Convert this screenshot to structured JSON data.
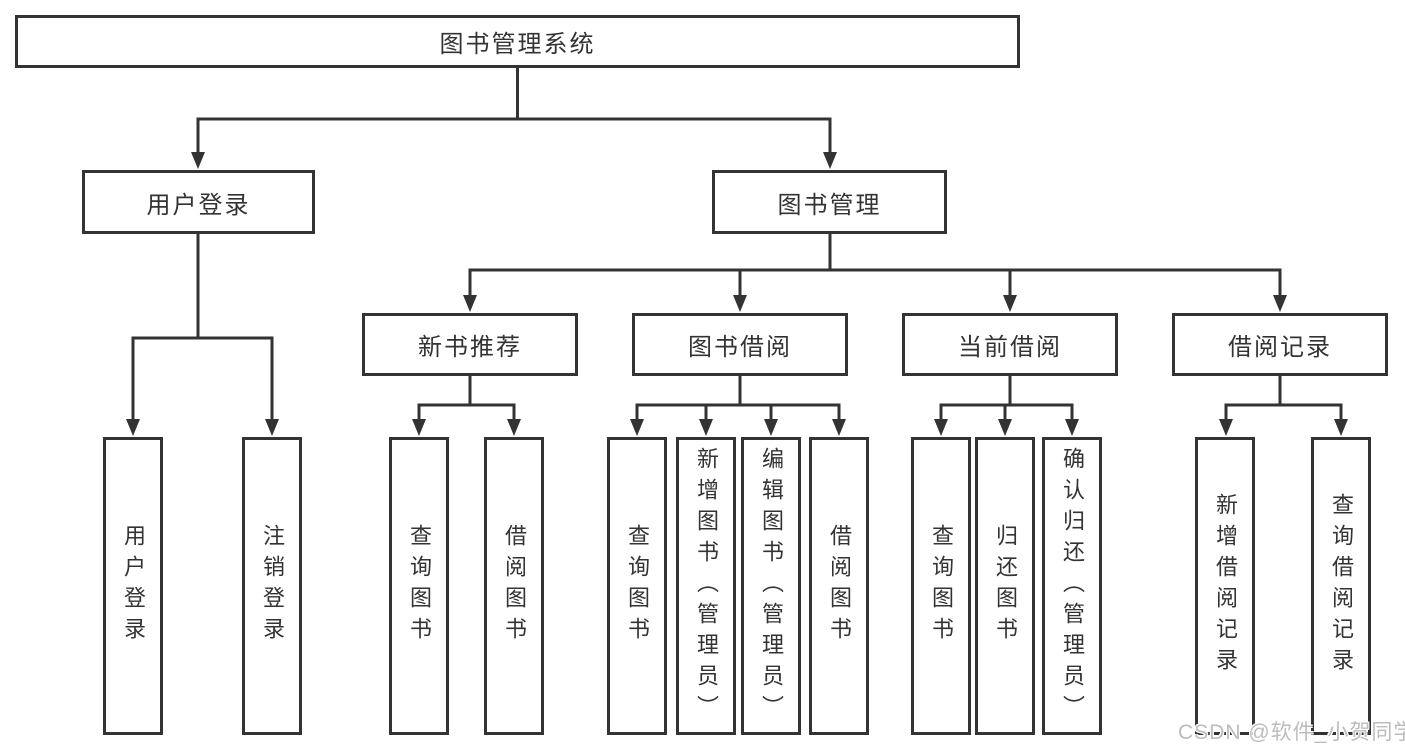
{
  "nodes": {
    "root": {
      "label": "图书管理系统"
    },
    "user_login": {
      "label": "用户登录"
    },
    "book_mgmt": {
      "label": "图书管理"
    },
    "new_book": {
      "label": "新书推荐"
    },
    "borrow": {
      "label": "图书借阅"
    },
    "current": {
      "label": "当前借阅"
    },
    "record": {
      "label": "借阅记录"
    }
  },
  "leaves": {
    "ul_login": {
      "label": "用户登录"
    },
    "ul_logout": {
      "label": "注销登录"
    },
    "nb_query": {
      "label": "查询图书"
    },
    "nb_borrow": {
      "label": "借阅图书"
    },
    "bb_query": {
      "label": "查询图书"
    },
    "bb_add": {
      "label": "新增图书（管理员）"
    },
    "bb_edit": {
      "label": "编辑图书（管理员）"
    },
    "bb_borrow": {
      "label": "借阅图书"
    },
    "cb_query": {
      "label": "查询图书"
    },
    "cb_return": {
      "label": "归还图书"
    },
    "cb_confirm": {
      "label": "确认归还（管理员）"
    },
    "br_add": {
      "label": "新增借阅记录"
    },
    "br_query": {
      "label": "查询借阅记录"
    }
  },
  "watermark": {
    "text": "CSDN @软件_小贺同学"
  },
  "colors": {
    "line": "#333333",
    "box_fill": "#ffffff",
    "text": "#333333",
    "watermark": "#bcbcbc"
  }
}
